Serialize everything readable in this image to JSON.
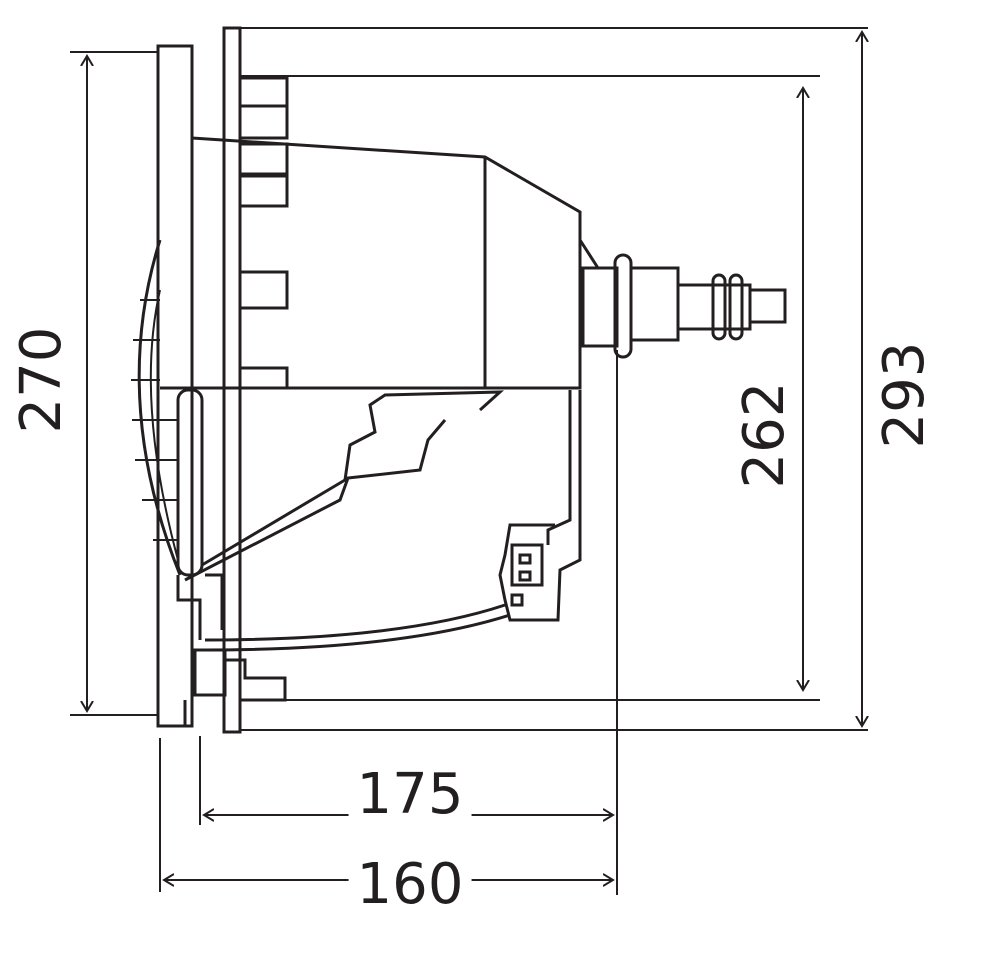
{
  "drawing": {
    "dimensions": {
      "overall_height_flange": "270",
      "inner_height": "262",
      "overall_height": "293",
      "depth_with_connector": "175",
      "depth": "160"
    },
    "line_color": "#231f20"
  }
}
